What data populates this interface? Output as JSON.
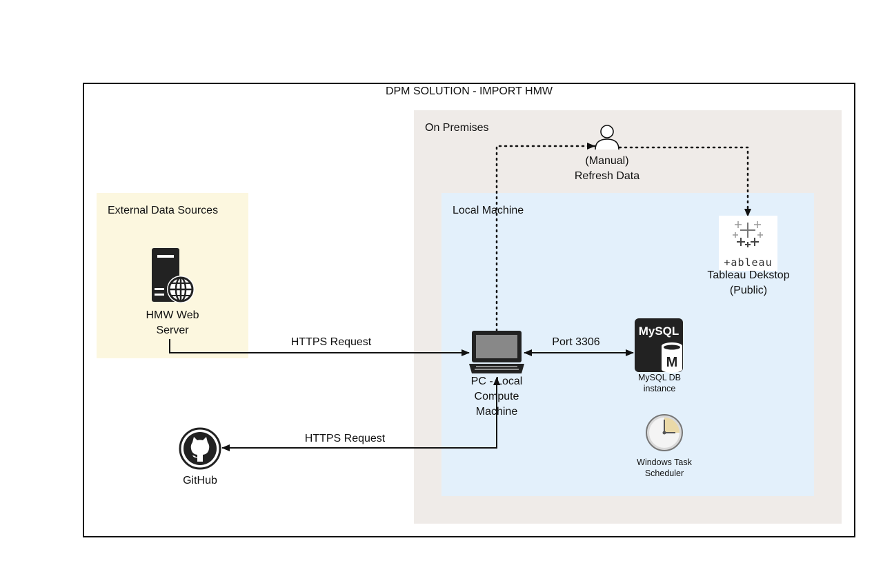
{
  "diagram": {
    "title": "DPM SOLUTION - IMPORT HMW",
    "zones": {
      "external": "External Data Sources",
      "on_premises": "On Premises",
      "local_machine": "Local Machine"
    },
    "nodes": {
      "web_server": [
        "HMW Web",
        "Server"
      ],
      "pc": [
        "PC - Local",
        "Compute",
        "Machine"
      ],
      "mysql": [
        "MySQL DB",
        "instance"
      ],
      "mysql_logo_text": "MySQL",
      "mysql_logo_letter": "M",
      "tableau": [
        "Tableau Dekstop",
        "(Public)"
      ],
      "tableau_logo_text": "+ableau",
      "user": [
        "(Manual)",
        "Refresh Data"
      ],
      "scheduler": [
        "Windows Task",
        "Scheduler"
      ],
      "github": "GitHub"
    },
    "edges": {
      "https_request_1": "HTTPS Request",
      "port": "Port 3306",
      "https_request_2": "HTTPS Request"
    }
  }
}
